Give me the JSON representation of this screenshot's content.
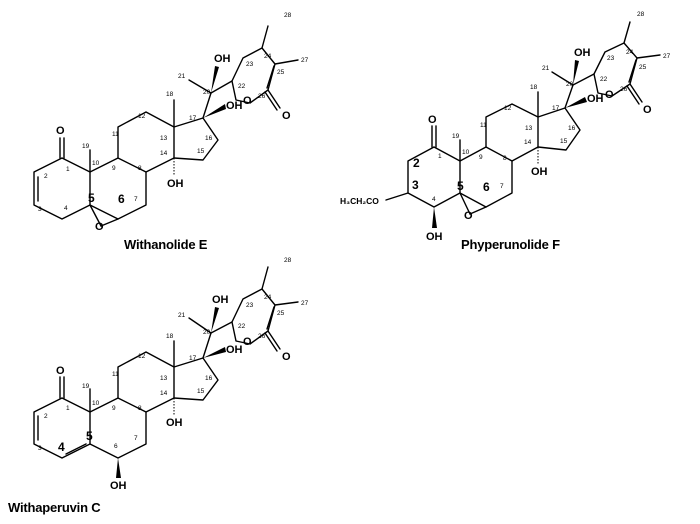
{
  "compounds": [
    {
      "name": "Withanolide E",
      "atom_labels": {
        "ketone_o": "O",
        "oh20": "OH",
        "oh17": "OH",
        "oh14": "OH",
        "ring_o_lactone": "O",
        "carbonyl_o26": "O",
        "epoxide_o": "O"
      },
      "carbon_numbers": {
        "c1": "1",
        "c2": "2",
        "c3": "3",
        "c4": "4",
        "c5": "5",
        "c6": "6",
        "c7": "7",
        "c8": "8",
        "c9": "9",
        "c10": "10",
        "c11": "11",
        "c12": "12",
        "c13": "13",
        "c14": "14",
        "c15": "15",
        "c16": "16",
        "c17": "17",
        "c18": "18",
        "c19": "19",
        "c20": "20",
        "c21": "21",
        "c22": "22",
        "c23": "23",
        "c24": "24",
        "c25": "25",
        "c26": "26",
        "c27": "27",
        "c28": "28"
      }
    },
    {
      "name": "Phyperunolide F",
      "atom_labels": {
        "ketone_o": "O",
        "oh20": "OH",
        "oh17": "OH",
        "oh14": "OH",
        "oh4": "OH",
        "ring_o_lactone": "O",
        "carbonyl_o26": "O",
        "epoxide_o": "O",
        "ethoxy": "H₃CH₂CO"
      },
      "carbon_numbers": {
        "c1": "1",
        "c2": "2",
        "c3": "3",
        "c4": "4",
        "c5": "5",
        "c6": "6",
        "c7": "7",
        "c8": "8",
        "c9": "9",
        "c10": "10",
        "c11": "11",
        "c12": "12",
        "c13": "13",
        "c14": "14",
        "c15": "15",
        "c16": "16",
        "c17": "17",
        "c18": "18",
        "c19": "19",
        "c20": "20",
        "c21": "21",
        "c22": "22",
        "c23": "23",
        "c24": "24",
        "c25": "25",
        "c26": "26",
        "c27": "27",
        "c28": "28"
      }
    },
    {
      "name": "Withaperuvin C",
      "atom_labels": {
        "ketone_o": "O",
        "oh20": "OH",
        "oh17": "OH",
        "oh14": "OH",
        "oh6": "OH",
        "ring_o_lactone": "O",
        "carbonyl_o26": "O"
      },
      "carbon_numbers": {
        "c1": "1",
        "c2": "2",
        "c3": "3",
        "c4": "4",
        "c5": "5",
        "c6": "6",
        "c7": "7",
        "c8": "8",
        "c9": "9",
        "c10": "10",
        "c11": "11",
        "c12": "12",
        "c13": "13",
        "c14": "14",
        "c15": "15",
        "c16": "16",
        "c17": "17",
        "c18": "18",
        "c19": "19",
        "c20": "20",
        "c21": "21",
        "c22": "22",
        "c23": "23",
        "c24": "24",
        "c25": "25",
        "c26": "26",
        "c27": "27",
        "c28": "28"
      }
    }
  ]
}
